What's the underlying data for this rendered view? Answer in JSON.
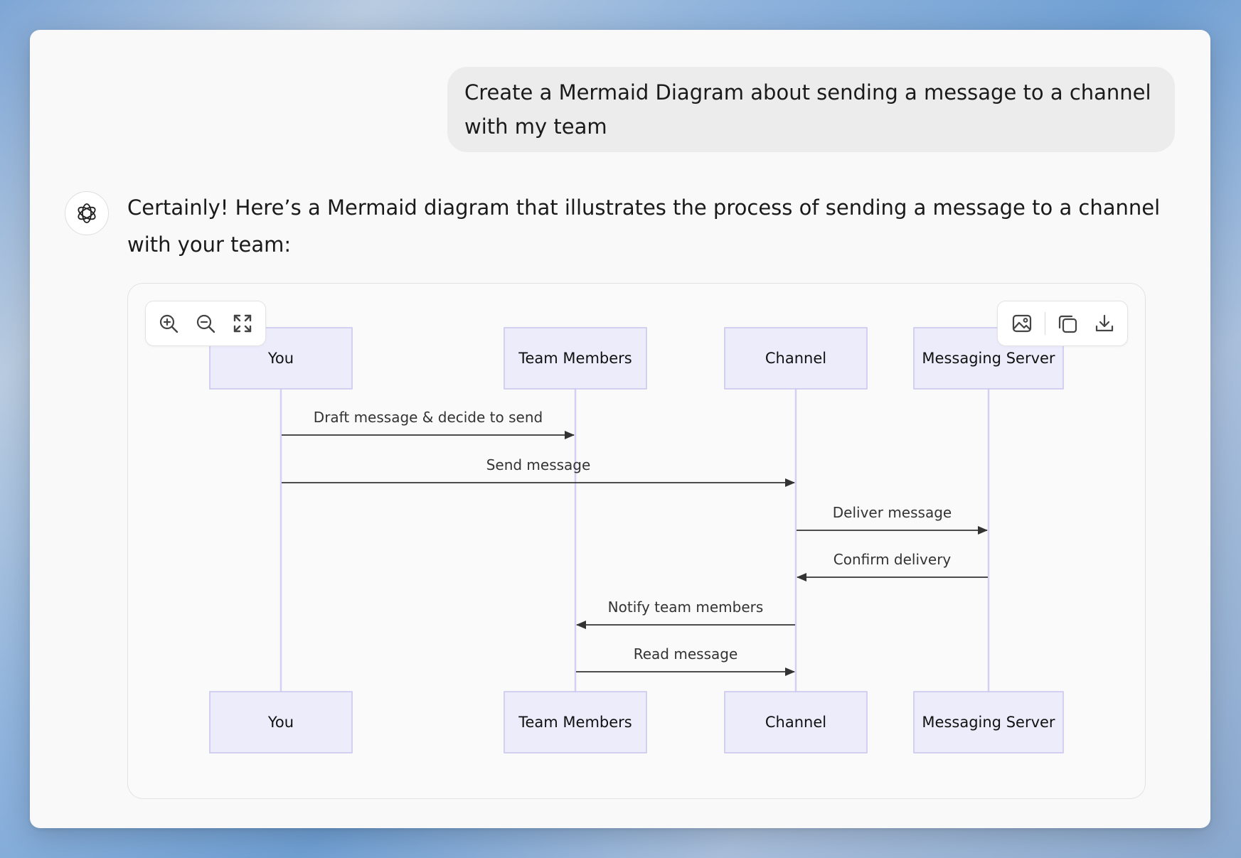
{
  "conversation": {
    "user_message": "Create a Mermaid Diagram about sending a message to a channel with my team",
    "assistant_intro": "Certainly! Here’s a Mermaid diagram that illustrates the process of sending a message to a channel with your team:"
  },
  "diagram": {
    "type": "sequence",
    "participants": [
      "You",
      "Team Members",
      "Channel",
      "Messaging Server"
    ],
    "messages": [
      {
        "from": 0,
        "to": 1,
        "label": "Draft message & decide to send"
      },
      {
        "from": 0,
        "to": 2,
        "label": "Send message"
      },
      {
        "from": 2,
        "to": 3,
        "label": "Deliver message"
      },
      {
        "from": 3,
        "to": 2,
        "label": "Confirm delivery"
      },
      {
        "from": 2,
        "to": 1,
        "label": "Notify team members"
      },
      {
        "from": 1,
        "to": 2,
        "label": "Read message"
      }
    ],
    "actor_fill": "#ececfb",
    "actor_stroke": "#c8c4ec",
    "lifeline_color": "#d4cff3"
  },
  "toolbar_left": {
    "icons": [
      "zoom-in-icon",
      "zoom-out-icon",
      "fit-screen-icon"
    ]
  },
  "toolbar_right": {
    "icons": [
      "image-icon",
      "copy-icon",
      "download-icon"
    ]
  }
}
